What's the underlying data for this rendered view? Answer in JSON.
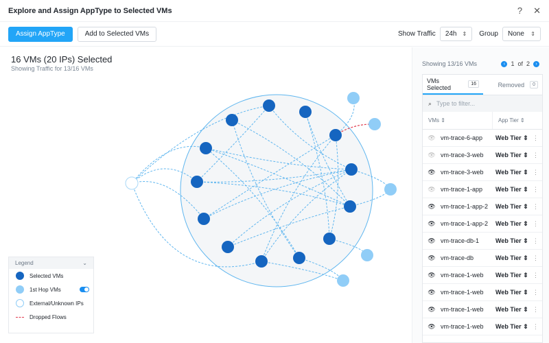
{
  "window": {
    "title": "Explore and Assign AppType to Selected VMs",
    "help": "?",
    "close": "✕"
  },
  "toolbar": {
    "assign": "Assign AppType",
    "add": "Add to Selected VMs",
    "show_traffic_label": "Show Traffic",
    "traffic_value": "24h",
    "group_label": "Group",
    "group_value": "None"
  },
  "summary": {
    "title": "16 VMs (20 IPs) Selected",
    "subtitle": "Showing Traffic for 13/16 VMs"
  },
  "legend": {
    "title": "Legend",
    "items": [
      "Selected VMs",
      "1st Hop VMs",
      "External/Unknown IPs",
      "Dropped Flows"
    ],
    "first_hop_toggle": true
  },
  "colors": {
    "selected": "#1565c0",
    "first_hop": "#90cdf7",
    "accent": "#22a5f7",
    "dropped": "#e0384b"
  },
  "panel": {
    "showing": "Showing 13/16 VMs",
    "page": "1",
    "of": "of",
    "pages": "2",
    "tabs": [
      {
        "label": "VMs Selected",
        "count": "16"
      },
      {
        "label": "Removed",
        "count": "0"
      }
    ],
    "filter_placeholder": "Type to filter...",
    "columns": [
      "VMs",
      "App Tier"
    ],
    "rows": [
      {
        "name": "vm-trace-6-app",
        "tier": "Web Tier",
        "visible": false
      },
      {
        "name": "vm-trace-3-web",
        "tier": "Web Tier",
        "visible": false
      },
      {
        "name": "vm-trace-3-web",
        "tier": "Web Tier",
        "visible": true
      },
      {
        "name": "vm-trace-1-app",
        "tier": "Web Tier",
        "visible": false
      },
      {
        "name": "vm-trace-1-app-2",
        "tier": "Web Tier",
        "visible": true
      },
      {
        "name": "vm-trace-1-app-2",
        "tier": "Web Tier",
        "visible": true
      },
      {
        "name": "vm-trace-db-1",
        "tier": "Web Tier",
        "visible": true
      },
      {
        "name": "vm-trace-db",
        "tier": "Web Tier",
        "visible": true
      },
      {
        "name": "vm-trace-1-web",
        "tier": "Web Tier",
        "visible": true
      },
      {
        "name": "vm-trace-1-web",
        "tier": "Web Tier",
        "visible": true
      },
      {
        "name": "vm-trace-1-web",
        "tier": "Web Tier",
        "visible": true
      },
      {
        "name": "vm-trace-1-web",
        "tier": "Web Tier",
        "visible": true
      }
    ]
  }
}
